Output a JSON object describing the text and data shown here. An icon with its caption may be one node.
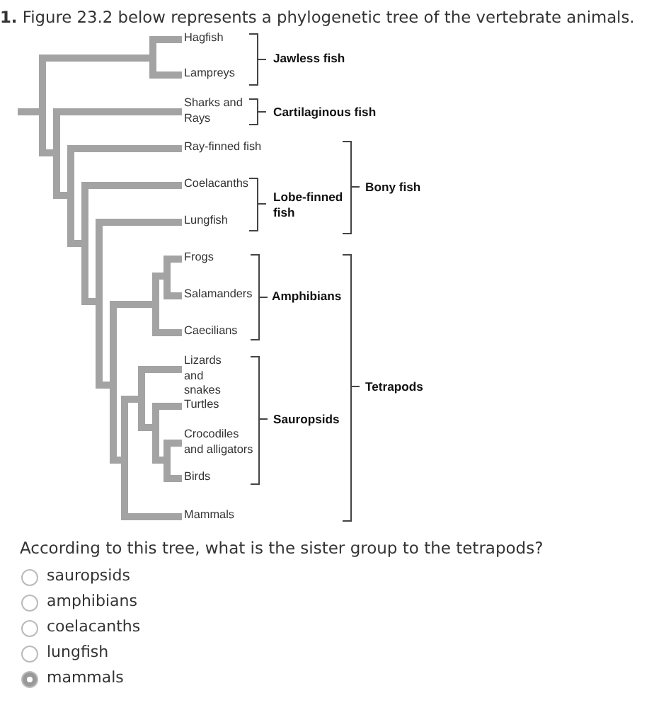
{
  "diagram": {
    "title": "**1.** Figure 23.2 below represents a phylogenetic tree of the vertebrate animals.",
    "labels": [
      "Hagfish",
      "Jawless fish",
      "Lampreys",
      "Sharks and Rays",
      "Cartilaginous fish",
      "Ray-finned fish",
      "Coelacanths",
      "Bony fish",
      "Lobe-finned fish",
      "Lungfish",
      "Frogs",
      "Salamanders",
      "Amphibians",
      "Caecilians",
      "Lizards and snakes",
      "Tetrapods",
      "Turtles",
      "Sauropsids",
      "Crocodiles and alligators",
      "Birds",
      "Mammals",
      "According to this tree, what is the sister group to the tetrapods?",
      "sauropsids",
      "amphibians",
      "coelacanths",
      "lungfish",
      "mammals"
    ]
  }
}
